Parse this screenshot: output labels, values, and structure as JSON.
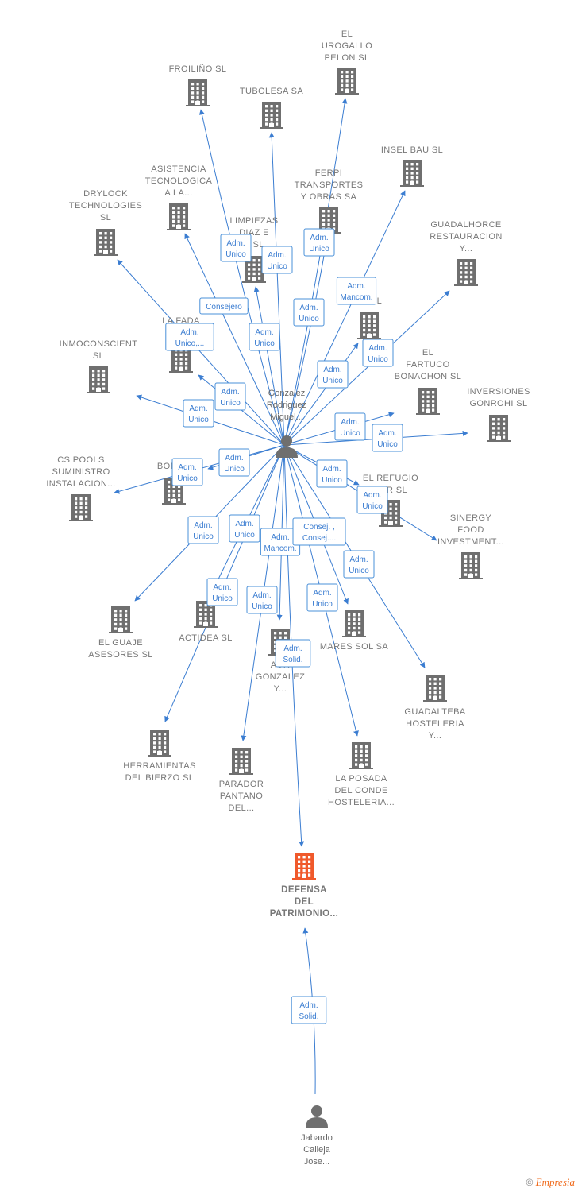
{
  "colors": {
    "edge": "#3b7dd1",
    "building": "#6f6f6f",
    "highlight": "#f0592b",
    "person": "#6f6f6f"
  },
  "footer": {
    "symbol": "©",
    "brand": "Empresia"
  },
  "persons": [
    {
      "id": "p1",
      "label": [
        "Gonzalez",
        "Rodriguez",
        "Miguel..."
      ]
    },
    {
      "id": "p2",
      "label": [
        "Jabardo",
        "Calleja",
        "Jose..."
      ]
    }
  ],
  "companies": [
    {
      "id": "c1",
      "label": [
        "EL",
        "UROGALLO",
        "PELON  SL"
      ]
    },
    {
      "id": "c2",
      "label": [
        "FROILIÑO SL"
      ]
    },
    {
      "id": "c3",
      "label": [
        "TUBOLESA SA"
      ]
    },
    {
      "id": "c4",
      "label": [
        "INSEL BAU  SL"
      ]
    },
    {
      "id": "c5",
      "label": [
        "ASISTENCIA",
        "TECNOLOGICA",
        "A LA..."
      ]
    },
    {
      "id": "c6",
      "label": [
        "FERPI",
        "TRANSPORTES",
        "Y OBRAS SA"
      ]
    },
    {
      "id": "c7",
      "label": [
        "DRYLOCK",
        "TECHNOLOGIES",
        "SL"
      ]
    },
    {
      "id": "c8",
      "label": [
        "GUADALHORCE",
        "RESTAURACION",
        "Y..."
      ]
    },
    {
      "id": "c9",
      "label": [
        "LIMPIEZAS",
        "DIAZ E",
        "S SL"
      ]
    },
    {
      "id": "c10",
      "label": [
        "ST SL"
      ]
    },
    {
      "id": "c11",
      "label": [
        "LA FADA",
        "FAR"
      ]
    },
    {
      "id": "c12",
      "label": [
        "INMOCONSCIENT",
        "SL"
      ]
    },
    {
      "id": "c13",
      "label": [
        "EL",
        "FARTUCO",
        "BONACHON SL"
      ]
    },
    {
      "id": "c14",
      "label": [
        "INVERSIONES",
        "GONROHI SL"
      ]
    },
    {
      "id": "c15",
      "label": [
        "CS POOLS",
        "SUMINISTRO",
        "INSTALACION..."
      ]
    },
    {
      "id": "c16",
      "label": [
        "BORDO"
      ]
    },
    {
      "id": "c17",
      "label": [
        "EL REFUGIO",
        "NAR  SL"
      ]
    },
    {
      "id": "c18",
      "label": [
        "SINERGY",
        "FOOD",
        "INVESTMENT..."
      ]
    },
    {
      "id": "c19",
      "label": [
        "EL GUAJE",
        "ASESORES  SL"
      ]
    },
    {
      "id": "c20",
      "label": [
        "ACTIDEA  SL"
      ]
    },
    {
      "id": "c21",
      "label": [
        "AUR",
        "GONZALEZ",
        "Y..."
      ]
    },
    {
      "id": "c22",
      "label": [
        "MARES SOL SA"
      ]
    },
    {
      "id": "c23",
      "label": [
        "GUADALTEBA",
        "HOSTELERIA",
        "Y..."
      ]
    },
    {
      "id": "c24",
      "label": [
        "HERRAMIENTAS",
        "DEL BIERZO SL"
      ]
    },
    {
      "id": "c25",
      "label": [
        "PARADOR",
        "PANTANO",
        "DEL..."
      ]
    },
    {
      "id": "c26",
      "label": [
        "LA POSADA",
        "DEL CONDE",
        "HOSTELERIA..."
      ]
    },
    {
      "id": "c27",
      "label": [
        "DEFENSA",
        "DEL",
        "PATRIMONIO..."
      ],
      "highlight": true
    }
  ],
  "edges": [
    {
      "from": "p1",
      "to": "c1",
      "label": [
        "Adm.",
        "Unico"
      ]
    },
    {
      "from": "p1",
      "to": "c2",
      "label": [
        "Adm.",
        "Unico"
      ]
    },
    {
      "from": "p1",
      "to": "c3",
      "label": [
        "Adm.",
        "Unico"
      ]
    },
    {
      "from": "p1",
      "to": "c4",
      "label": [
        "Adm.",
        "Mancom."
      ]
    },
    {
      "from": "p1",
      "to": "c5",
      "label": [
        "Consejero"
      ]
    },
    {
      "from": "p1",
      "to": "c6",
      "label": [
        "Adm.",
        "Unico"
      ]
    },
    {
      "from": "p1",
      "to": "c7",
      "label": [
        "Adm.",
        "Unico,..."
      ]
    },
    {
      "from": "p1",
      "to": "c8",
      "label": [
        "Adm.",
        "Unico"
      ]
    },
    {
      "from": "p1",
      "to": "c9",
      "label": [
        "Adm.",
        "Unico"
      ]
    },
    {
      "from": "p1",
      "to": "c10",
      "label": [
        "Adm.",
        "Unico"
      ]
    },
    {
      "from": "p1",
      "to": "c11",
      "label": [
        "Adm.",
        "Unico"
      ]
    },
    {
      "from": "p1",
      "to": "c12",
      "label": [
        "Adm.",
        "Unico"
      ]
    },
    {
      "from": "p1",
      "to": "c13",
      "label": [
        "Adm.",
        "Unico"
      ]
    },
    {
      "from": "p1",
      "to": "c14",
      "label": [
        "Adm.",
        "Unico"
      ]
    },
    {
      "from": "p1",
      "to": "c15",
      "label": [
        "Adm.",
        "Unico"
      ]
    },
    {
      "from": "p1",
      "to": "c16",
      "label": [
        "Adm.",
        "Unico"
      ]
    },
    {
      "from": "p1",
      "to": "c17",
      "label": [
        "Adm.",
        "Unico"
      ]
    },
    {
      "from": "p1",
      "to": "c18",
      "label": [
        "Adm.",
        "Unico"
      ]
    },
    {
      "from": "p1",
      "to": "c19",
      "label": [
        "Adm.",
        "Unico"
      ]
    },
    {
      "from": "p1",
      "to": "c20",
      "label": [
        "Adm.",
        "Unico"
      ]
    },
    {
      "from": "p1",
      "to": "c21",
      "label": [
        "Adm.",
        "Mancom."
      ]
    },
    {
      "from": "p1",
      "to": "c22",
      "label": [
        "Consej. ,",
        "Consej...."
      ]
    },
    {
      "from": "p1",
      "to": "c23",
      "label": [
        "Adm.",
        "Unico"
      ]
    },
    {
      "from": "p1",
      "to": "c24",
      "label": [
        "Adm.",
        "Unico"
      ]
    },
    {
      "from": "p1",
      "to": "c25",
      "label": [
        "Adm.",
        "Unico"
      ]
    },
    {
      "from": "p1",
      "to": "c26",
      "label": [
        "Adm.",
        "Unico"
      ]
    },
    {
      "from": "p1",
      "to": "c27",
      "label": [
        "Adm.",
        "Solid."
      ]
    },
    {
      "from": "p2",
      "to": "c27",
      "label": [
        "Adm.",
        "Solid."
      ]
    }
  ]
}
